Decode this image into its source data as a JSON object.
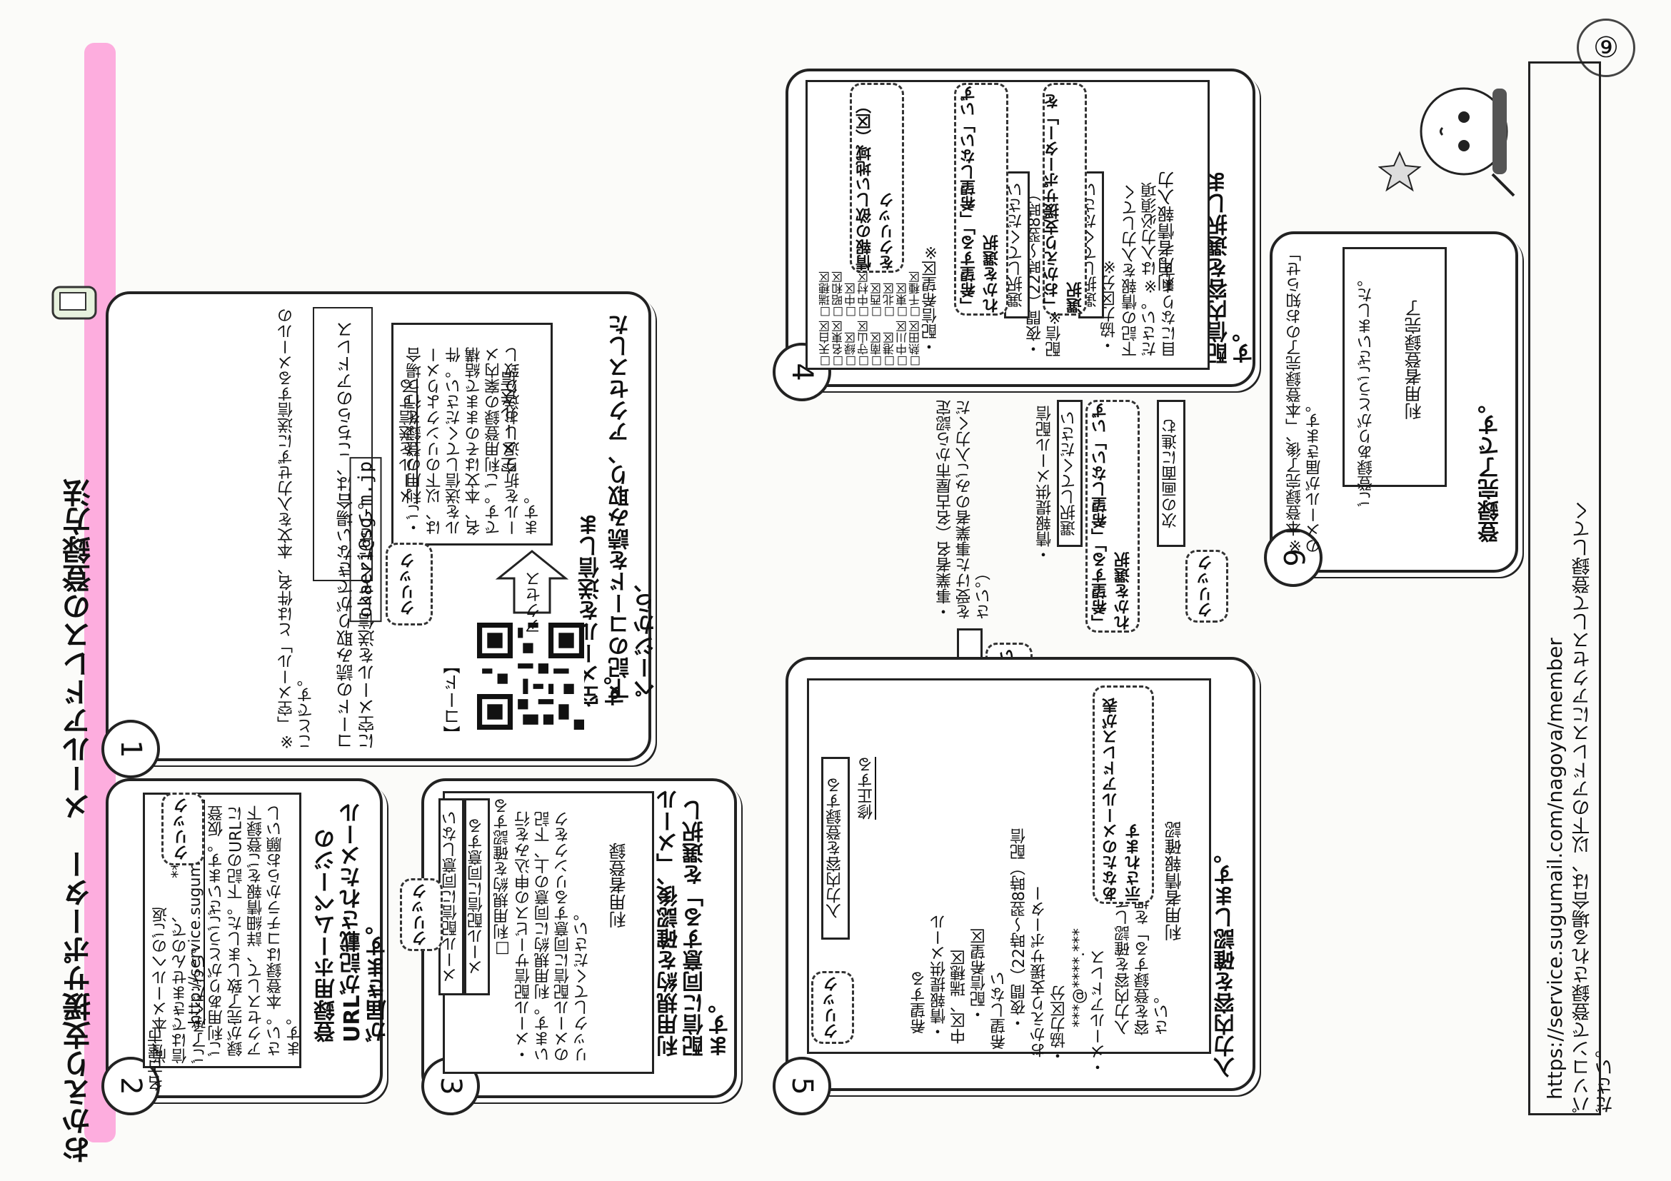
{
  "page_title": "おかえり支援サポーター　メールアドレスの登録方法",
  "page_number": "⑨",
  "step1": {
    "number": "1",
    "title_line1": "下記のコードを読み取り、アクセスしたページから、",
    "title_line2": "空メールを送信します。",
    "code_label": "【コード】",
    "access_label": "アクセス",
    "screen_heading": "空メール送信",
    "screen_text": "・ご利用の登録を行う場合は、以下のリンクよりメールを送信してください。件名、本文はそのままで結構です。ご利用登録の案内メールを折り返しお送り致します。",
    "screen_link": "メールを送信する",
    "click": "クリック",
    "alt_text": "コードの読み取りができない場合は、こちらのアドレスに空メールを送信してください。",
    "email": "okaeri@sg-m.jp",
    "note": "※「空メール」とは件名、本文を入力せずに送信するメールのことです。"
  },
  "step2": {
    "number": "2",
    "title": "登録用ホームページのURLが記載されたメールが届きます。",
    "text": "ご利用ありがとうございます。仮登録が完了致しました。下記のURLにアクセスして、詳細情報をご登録下さい。本登録はコチラからお願いします。",
    "url": "http://service.sugumail.com/",
    "masked": "**********",
    "note": "尚、本メールへのご返信はできませんので、ご了承ください。",
    "sender": "名古屋市",
    "click": "クリック"
  },
  "step3": {
    "number": "3",
    "title": "利用規約を確認後、「メール配信に同意する」を選択します。",
    "screen_heading": "利用者登録",
    "text": "・メール配信サービスの申込みを行います。利用規約に同意の上、下記のメール配信に同意するリンクをクリックしてください。",
    "check": "□利用規約を確認する",
    "agree": "メール配信に同意する",
    "disagree": "メール配信に同意しない",
    "click": "クリック"
  },
  "step4": {
    "number": "4",
    "title": "配信内容を選択します。",
    "screen_heading": "利用者情報入力",
    "intro": "下記の情報を入力してください。※は入力必須項目になります。",
    "category_label": "・協力区分※",
    "select_placeholder": "選択してください",
    "select_note": "「おかえり支援サポーター」を選択",
    "night_label": "・夜間（22時〜翌8時）配信※",
    "night_note": "「希望する」「希望しない」いずれかを選択",
    "area_label": "・配信希望区※",
    "area_note": "情報の欲しい地域（区）をクリック",
    "wards": [
      "千種区",
      "東区",
      "北区",
      "西区",
      "中村区",
      "中区",
      "昭和区",
      "瑞穂区",
      "熱田区",
      "中川区",
      "港区",
      "南区",
      "守山区",
      "緑区",
      "名東区",
      "天白区"
    ],
    "business_label": "・事業者名（名古屋市から認定を受けた事業者のみご入力ください。）",
    "business_note": "入力しない",
    "info_label": "・情報提供メール配信",
    "info_note": "「希望する」「希望しない」いずれかを選択",
    "next_button": "次の画面に進む",
    "click": "クリック"
  },
  "step5": {
    "number": "5",
    "title": "入力内容を確認します。",
    "screen_heading": "利用者情報確認",
    "intro": "入力内容を確認して、「入力内容を登録する」を押してください。",
    "email_label": "・メールアドレス",
    "email_value": "***@****.***",
    "cat_label": "・協力区分",
    "cat_value": "おかえり支援サポーター",
    "night_label": "・夜間（22時〜翌8時）配信",
    "night_value": "希望しない",
    "area_label": "・配信希望区",
    "area_value": "中区、瑞穂区",
    "info_label": "・情報提供メール",
    "info_value": "希望する",
    "email_note": "あなたのメールアドレスが表示されます",
    "fix_link": "修正する",
    "register_button": "入力内容を登録する",
    "click": "クリック"
  },
  "step6": {
    "number": "6",
    "title": "登録完了です。",
    "screen_heading": "利用者登録完了",
    "text": "ご登録ありがとうございました。",
    "note": "※本登録完了後、「本登録完了のお知らせ」のメールが届きます。"
  },
  "pc_note": "パソコンで登録される場合は、以下のアドレスにアクセスして登録してください。",
  "pc_url": "https://service.sugumail.com/nagoya/member"
}
